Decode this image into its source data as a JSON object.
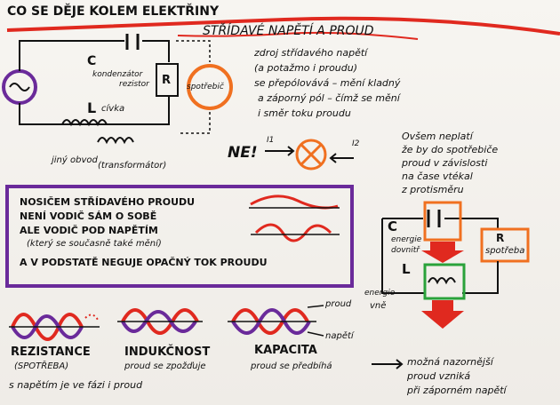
{
  "title": "CO SE DĚJE KOLEM ELEKTŘINY",
  "subtitle": "STŘÍDAVÉ NAPĚTÍ A PROUD",
  "circuit": {
    "capacitor_symbol": "C",
    "capacitor_label": "kondenzátor",
    "resistor_label": "rezistor",
    "resistor_symbol": "R",
    "consumer_label": "spotřebič",
    "inductor_symbol": "L",
    "inductor_label": "cívka",
    "other_circuit": "jiný obvod",
    "transformer": "(transformátor)"
  },
  "source_note": [
    "zdroj střídavého napětí",
    "(a potažmo i proudu)",
    "se přepólovává – mění kladný",
    "a záporný pól – čímž se mění",
    "i směr toku proudu"
  ],
  "ne_label": "NE!",
  "i1_label": "I1",
  "i2_label": "I2",
  "however_note": [
    "Ovšem neplatí",
    "že by do spotřebiče",
    "proud v závislosti",
    "na čase vtékal",
    "z protisměru"
  ],
  "box_text": [
    "NOSIČEM STŘÍDAVÉHO PROUDU",
    "NENÍ VODIČ SÁM O SOBĚ",
    "ALE VODIČ POD NAPĚTÍM",
    "(který se současně také mění)",
    "A V PODSTATĚ NEGUJE OPAČNÝ TOK PROUDU"
  ],
  "right_circuit": {
    "c_symbol": "C",
    "energy_returns": "energie",
    "energy_returns2": "dovnitř",
    "r_symbol": "R",
    "consumer": "spotřeba",
    "l_symbol": "L",
    "energy_in": "energie",
    "energy_in2": "vně"
  },
  "legend": {
    "current": "proud",
    "voltage": "napětí"
  },
  "phases": {
    "resistance": "REZISTANCE",
    "resistance_sub": "(SPOTŘEBA)",
    "resistance_note": "s napětím je ve fázi i proud",
    "inductance": "INDUKČNOST",
    "inductance_note": "proud se zpožďuje",
    "capacitance": "KAPACITA",
    "capacitance_note": "proud se předbíhá",
    "conclusion": [
      "možná nazornější",
      "proud vzniká",
      "při záporném napětí"
    ]
  },
  "colors": {
    "red": "#e0291f",
    "purple": "#6a2a9a",
    "orange": "#f07020",
    "green": "#2aa23a",
    "ink": "#111111"
  }
}
